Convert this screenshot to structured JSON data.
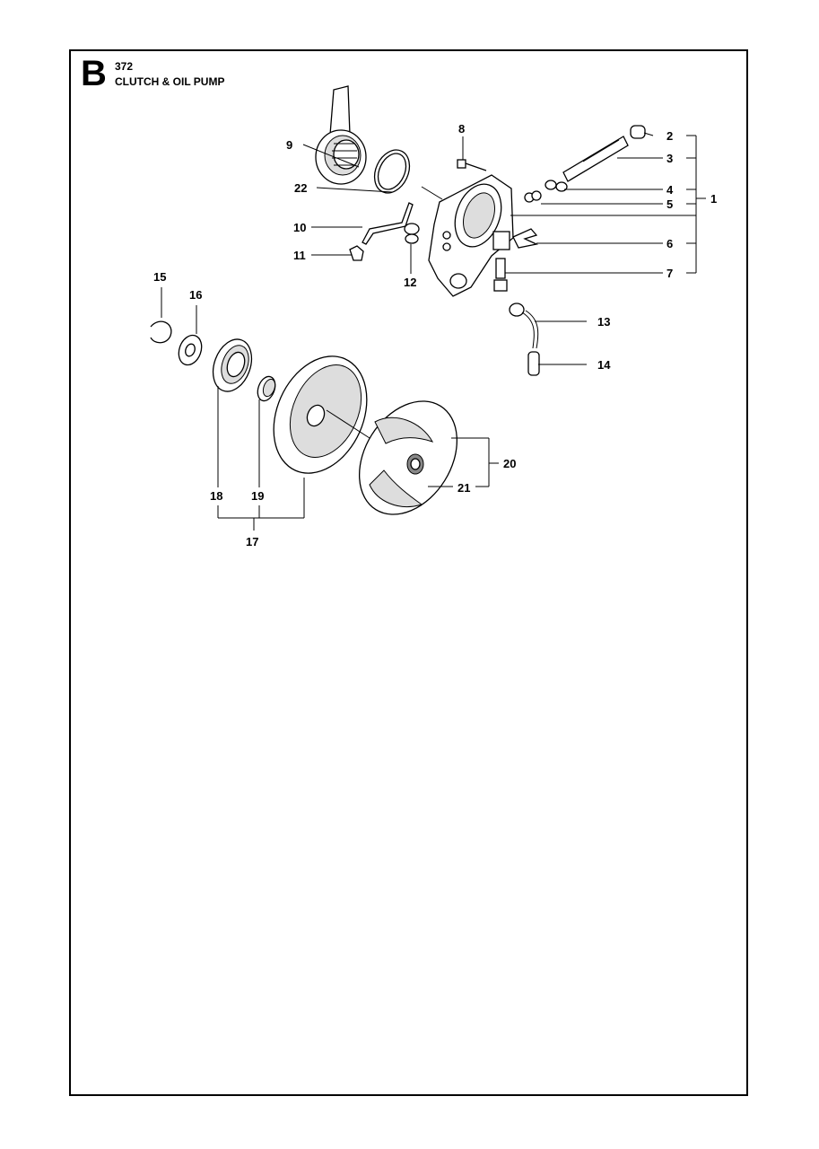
{
  "header": {
    "section_letter": "B",
    "model": "372",
    "title": "CLUTCH & OIL PUMP"
  },
  "callouts": [
    "1",
    "2",
    "3",
    "4",
    "5",
    "6",
    "7",
    "8",
    "9",
    "10",
    "11",
    "12",
    "13",
    "14",
    "15",
    "16",
    "17",
    "18",
    "19",
    "20",
    "21",
    "22"
  ],
  "colors": {
    "ink": "#000000",
    "background": "#ffffff"
  }
}
